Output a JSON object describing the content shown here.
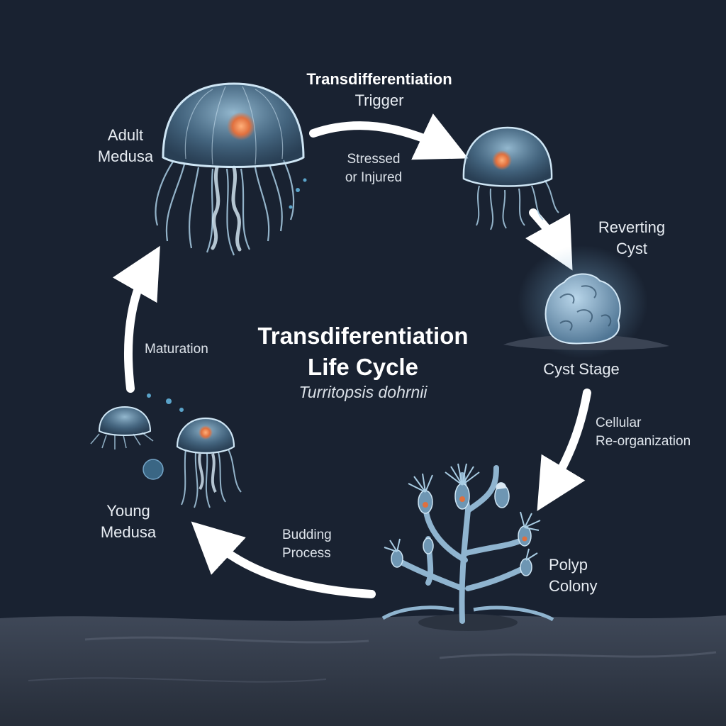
{
  "diagram": {
    "title_line1": "Transdiferentiation",
    "title_line2": "Life Cycle",
    "subtitle": "Turritopsis dohrnii",
    "stages": {
      "adult": {
        "line1": "Adult",
        "line2": "Medusa"
      },
      "reverting": {
        "line1": "Reverting",
        "line2": "Cyst"
      },
      "cyst": {
        "label": "Cyst Stage"
      },
      "polyp": {
        "line1": "Polyp",
        "line2": "Colony"
      },
      "young": {
        "line1": "Young",
        "line2": "Medusa"
      }
    },
    "transitions": {
      "trigger": {
        "line1": "Transdifferentiation",
        "line2": "Trigger",
        "note_line1": "Stressed",
        "note_line2": "or Injured"
      },
      "reorganization": {
        "line1": "Cellular",
        "line2": "Re-organization"
      },
      "budding": {
        "line1": "Budding",
        "line2": "Process"
      },
      "maturation": {
        "label": "Maturation"
      }
    },
    "colors": {
      "background": "#192231",
      "jelly_body": "#6fa3c4",
      "jelly_outline": "#cfe6f5",
      "core_glow": "#e0703e",
      "arrow": "#ffffff",
      "seafloor": "#3a4352"
    },
    "icons": [
      "adult-medusa-icon",
      "reverting-medusa-icon",
      "cyst-icon",
      "polyp-colony-icon",
      "young-medusa-icon",
      "cycle-arrow-icon"
    ]
  }
}
